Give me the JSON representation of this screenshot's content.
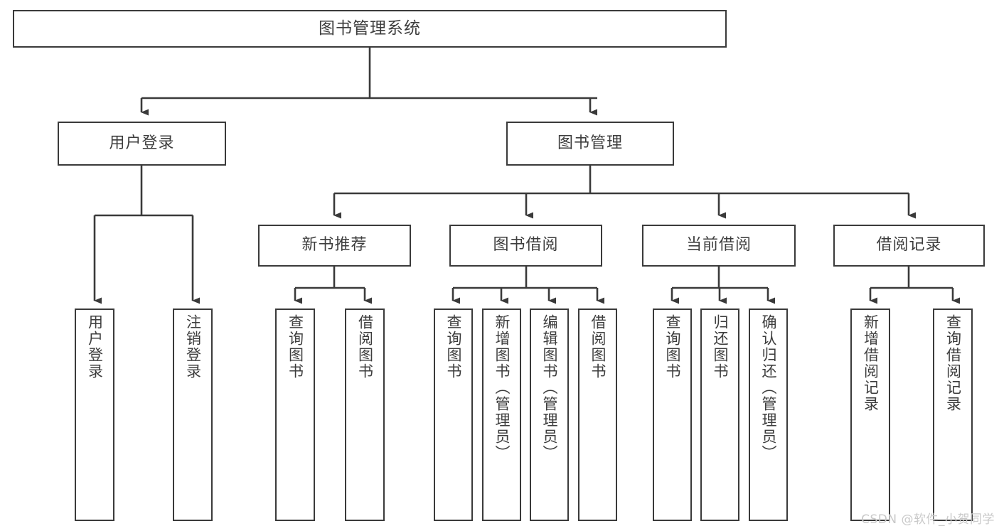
{
  "diagram": {
    "title": "图书管理系统",
    "type": "tree-hierarchy-diagram",
    "colors": {
      "box_border": "#3a3a3a",
      "box_fill": "#ffffff",
      "connector": "#3a3a3a",
      "text": "#3d3d3d",
      "watermark": "#c9c9c9",
      "background": "#ffffff"
    },
    "root": {
      "label": "图书管理系统"
    },
    "level1": [
      {
        "label": "用户登录"
      },
      {
        "label": "图书管理"
      }
    ],
    "level2": [
      {
        "label": "新书推荐"
      },
      {
        "label": "图书借阅"
      },
      {
        "label": "当前借阅"
      },
      {
        "label": "借阅记录"
      }
    ],
    "leaves": {
      "user_login": [
        {
          "label": "用户登录"
        },
        {
          "label": "注销登录"
        }
      ],
      "new_book_recommend": [
        {
          "label": "查询图书"
        },
        {
          "label": "借阅图书"
        }
      ],
      "book_borrow": [
        {
          "label": "查询图书"
        },
        {
          "label": "新增图书（管理员）"
        },
        {
          "label": "编辑图书（管理员）"
        },
        {
          "label": "借阅图书"
        }
      ],
      "current_borrow": [
        {
          "label": "查询图书"
        },
        {
          "label": "归还图书"
        },
        {
          "label": "确认归还（管理员）"
        }
      ],
      "borrow_record": [
        {
          "label": "新增借阅记录"
        },
        {
          "label": "查询借阅记录"
        }
      ]
    }
  },
  "watermark": {
    "text": "CSDN @软件_小贺同学"
  }
}
